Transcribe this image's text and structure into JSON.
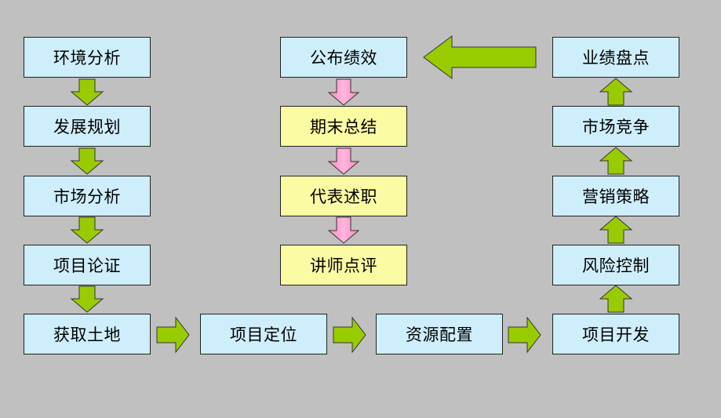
{
  "colors": {
    "background": "#c0c0c0",
    "box_blue": "#cfeefb",
    "box_yellow": "#fbfba4",
    "arrow_green": "#99cc00",
    "arrow_pink": "#ff99cc"
  },
  "nodes": {
    "env_analysis": "环境分析",
    "dev_planning": "发展规划",
    "market_analysis": "市场分析",
    "project_demo": "项目论证",
    "acquire_land": "获取土地",
    "project_position": "项目定位",
    "resource_alloc": "资源配置",
    "project_dev": "项目开发",
    "risk_control": "风险控制",
    "marketing_strategy": "营销策略",
    "market_competition": "市场竞争",
    "performance_review": "业绩盘点",
    "publish_performance": "公布绩效",
    "final_summary": "期末总结",
    "rep_report": "代表述职",
    "lecturer_review": "讲师点评"
  }
}
